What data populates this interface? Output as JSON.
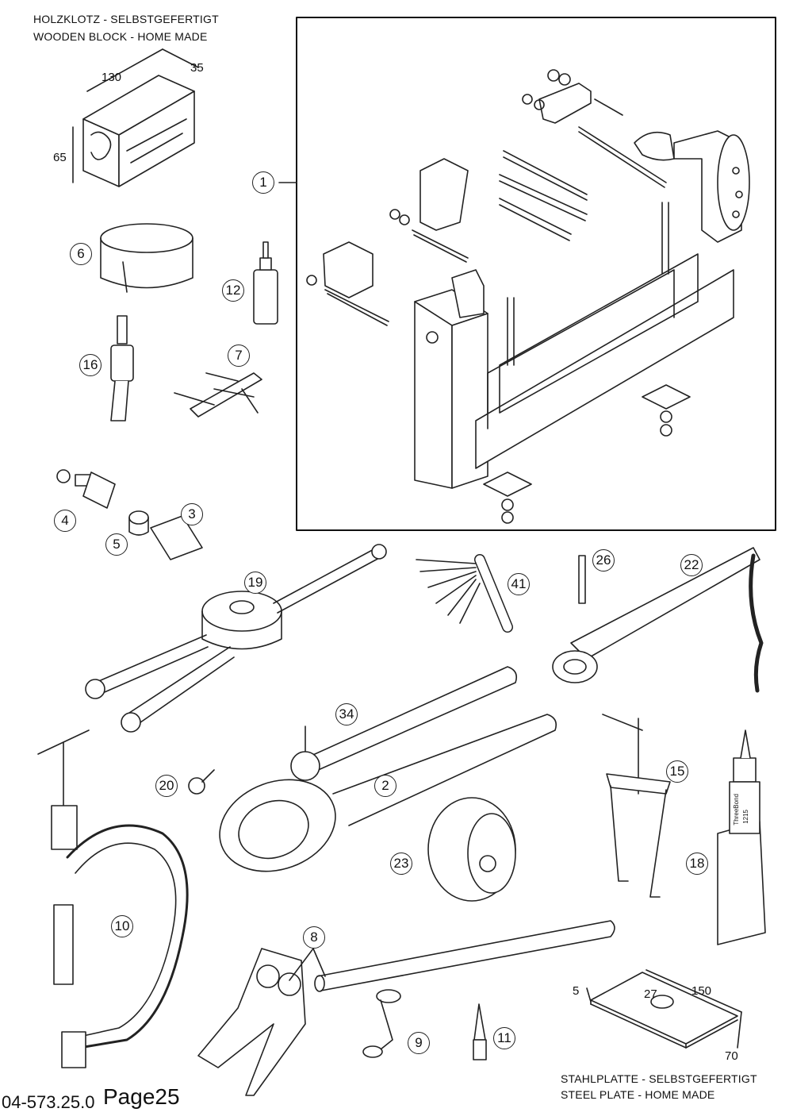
{
  "captions": {
    "wooden_block_de": "HOLZKLOTZ - SELBSTGEFERTIGT",
    "wooden_block_en": "WOODEN BLOCK - HOME MADE",
    "steel_plate_de": "STAHLPLATTE - SELBSTGEFERTIGT",
    "steel_plate_en": "STEEL PLATE - HOME MADE"
  },
  "wooden_block_dims": {
    "length": "130",
    "depth": "35",
    "height": "65"
  },
  "steel_plate_dims": {
    "thickness": "5",
    "hole": "27",
    "length": "150",
    "width": "70"
  },
  "callouts": [
    {
      "id": "c1",
      "label": "1"
    },
    {
      "id": "c6",
      "label": "6"
    },
    {
      "id": "c12",
      "label": "12"
    },
    {
      "id": "c16",
      "label": "16"
    },
    {
      "id": "c7",
      "label": "7"
    },
    {
      "id": "c4",
      "label": "4"
    },
    {
      "id": "c5",
      "label": "5"
    },
    {
      "id": "c3",
      "label": "3"
    },
    {
      "id": "c19",
      "label": "19"
    },
    {
      "id": "c41",
      "label": "41"
    },
    {
      "id": "c26",
      "label": "26"
    },
    {
      "id": "c22",
      "label": "22"
    },
    {
      "id": "c34",
      "label": "34"
    },
    {
      "id": "c20",
      "label": "20"
    },
    {
      "id": "c2",
      "label": "2"
    },
    {
      "id": "c15",
      "label": "15"
    },
    {
      "id": "c23",
      "label": "23"
    },
    {
      "id": "c18",
      "label": "18"
    },
    {
      "id": "c10",
      "label": "10"
    },
    {
      "id": "c8",
      "label": "8"
    },
    {
      "id": "c9",
      "label": "9"
    },
    {
      "id": "c11",
      "label": "11"
    }
  ],
  "tube_label": {
    "brand": "ThreeBond",
    "number": "1215"
  },
  "footer": {
    "code": "04-573.25.0",
    "page": "Page25"
  }
}
